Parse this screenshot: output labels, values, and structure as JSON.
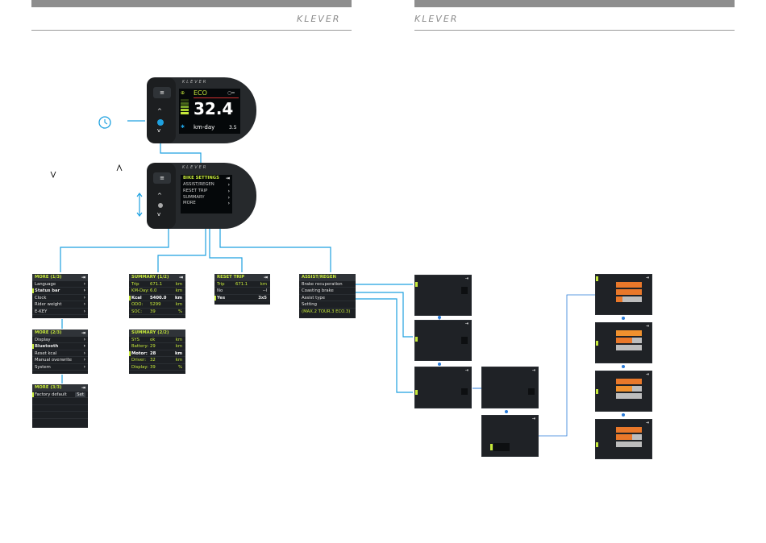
{
  "header": {
    "logo_left": "KLEVER",
    "logo_right": "KLEVER"
  },
  "device1": {
    "mode": "ECO",
    "speed": "32.4",
    "unit": "km-day",
    "value": "3.5"
  },
  "device2": {
    "menu": [
      "BIKE SETTINGS",
      "ASSIST/REGEN",
      "RESET TRIP",
      "SUMMARY",
      "MORE"
    ]
  },
  "more1": {
    "title": "MORE (1/3)",
    "items": [
      "Language",
      "Status bar",
      "Clock",
      "Rider weight",
      "E-KEY"
    ]
  },
  "more2": {
    "title": "MORE (2/3)",
    "items": [
      "Display",
      "Bluetooth",
      "Reset kcal",
      "Manual overwrite",
      "System"
    ]
  },
  "more3": {
    "title": "MORE (3/3)",
    "items": [
      "Factory default"
    ],
    "set_label": "Set"
  },
  "summary1": {
    "title": "SUMMARY (1/2)",
    "rows": [
      {
        "k": "Trip",
        "v": "671.1",
        "u": "km"
      },
      {
        "k": "KM-Day:",
        "v": "6.0",
        "u": "km"
      },
      {
        "k": "Kcal",
        "v": "5400.0",
        "u": "km"
      },
      {
        "k": "ODO:",
        "v": "5299",
        "u": "km"
      },
      {
        "k": "SOC:",
        "v": "39",
        "u": "%"
      }
    ]
  },
  "summary2": {
    "title": "SUMMARY (2/2)",
    "rows": [
      {
        "k": "SYS",
        "v": "ok",
        "u": "km"
      },
      {
        "k": "Battery:",
        "v": "29",
        "u": "km"
      },
      {
        "k": "Motor:",
        "v": "28",
        "u": "km"
      },
      {
        "k": "Driver:",
        "v": "32",
        "u": "km"
      },
      {
        "k": "Display:",
        "v": "39",
        "u": "%"
      }
    ]
  },
  "reset": {
    "title": "RESET TRIP",
    "rows": [
      {
        "k": "Trip",
        "v": "671.1",
        "u": "km"
      },
      {
        "k": "No",
        "v": "",
        "u": "--l"
      },
      {
        "k": "Yes",
        "v": "",
        "u": "3x5"
      }
    ]
  },
  "assist": {
    "title": "ASSIST/REGEN",
    "items": [
      "Brake recuperation",
      "Coasting brake",
      "Assist type",
      "Setting"
    ],
    "footer": "(MAX.2  TOUR.3  ECO.3)"
  }
}
